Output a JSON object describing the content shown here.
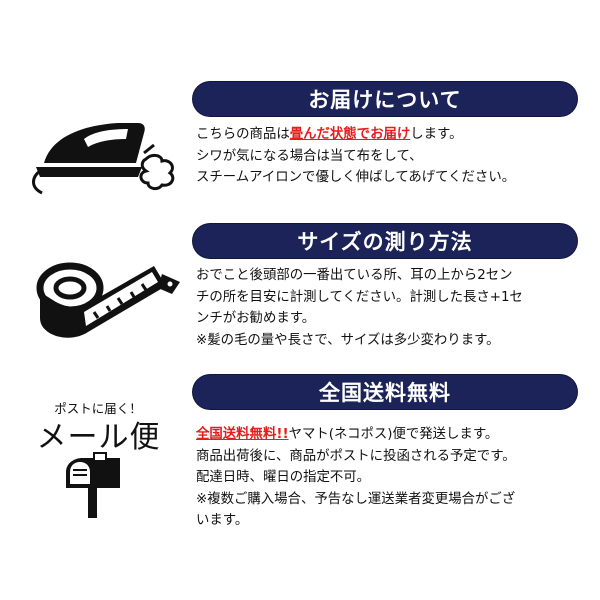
{
  "sections": [
    {
      "heading": "お届けについて",
      "icon": "iron-icon",
      "lines": [
        {
          "before": "こちらの商品は",
          "highlight": "畳んだ状態でお届け",
          "after": "します。"
        },
        {
          "before": "シワが気になる場合は当て布をして、",
          "highlight": "",
          "after": ""
        },
        {
          "before": "スチームアイロンで優しく伸ばしてあげてください。",
          "highlight": "",
          "after": ""
        }
      ]
    },
    {
      "heading": "サイズの測り方法",
      "icon": "measuring-tape-icon",
      "lines": [
        {
          "before": "おでこと後頭部の一番出ている所、耳の上から2セン",
          "highlight": "",
          "after": ""
        },
        {
          "before": "チの所を目安に計測してください。計測した長さ+1セ",
          "highlight": "",
          "after": ""
        },
        {
          "before": "ンチがお勧めます。",
          "highlight": "",
          "after": ""
        },
        {
          "before": "※髪の毛の量や長さで、サイズは多少変わります。",
          "highlight": "",
          "after": ""
        }
      ]
    },
    {
      "heading": "全国送料無料",
      "icon": "mailbox-icon",
      "icon_caption": "ポストに届く！",
      "icon_title": "メール便",
      "lines": [
        {
          "before": "",
          "highlight": "全国送料無料!!",
          "after": "ヤマト(ネコポス)便で発送します。"
        },
        {
          "before": "商品出荷後に、商品がポストに投函される予定です。",
          "highlight": "",
          "after": ""
        },
        {
          "before": "配達日時、曜日の指定不可。",
          "highlight": "",
          "after": ""
        },
        {
          "before": "※複数ご購入場合、予告なし運送業者変更場合がござ",
          "highlight": "",
          "after": ""
        },
        {
          "before": "います。",
          "highlight": "",
          "after": ""
        }
      ]
    }
  ],
  "colors": {
    "pill_bg": "#1c2358",
    "highlight": "#e51d1d",
    "text": "#111111"
  }
}
